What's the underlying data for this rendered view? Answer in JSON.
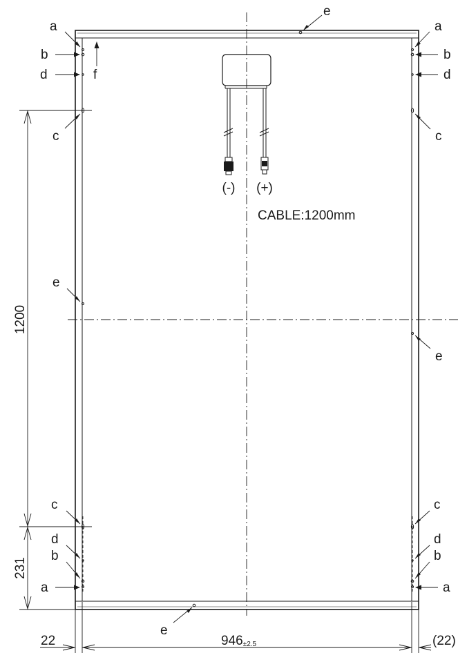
{
  "labels": {
    "a": "a",
    "b": "b",
    "c": "c",
    "d": "d",
    "e": "e",
    "f": "f"
  },
  "junction_box": {
    "minus": "(-)",
    "plus": "(+)",
    "cable": "CABLE:1200mm"
  },
  "dimensions": {
    "mount_spacing": "1200",
    "end_offset": "231",
    "edge_left": "22",
    "edge_right": "(22)",
    "width": "946",
    "width_tolerance": "±2.5"
  }
}
